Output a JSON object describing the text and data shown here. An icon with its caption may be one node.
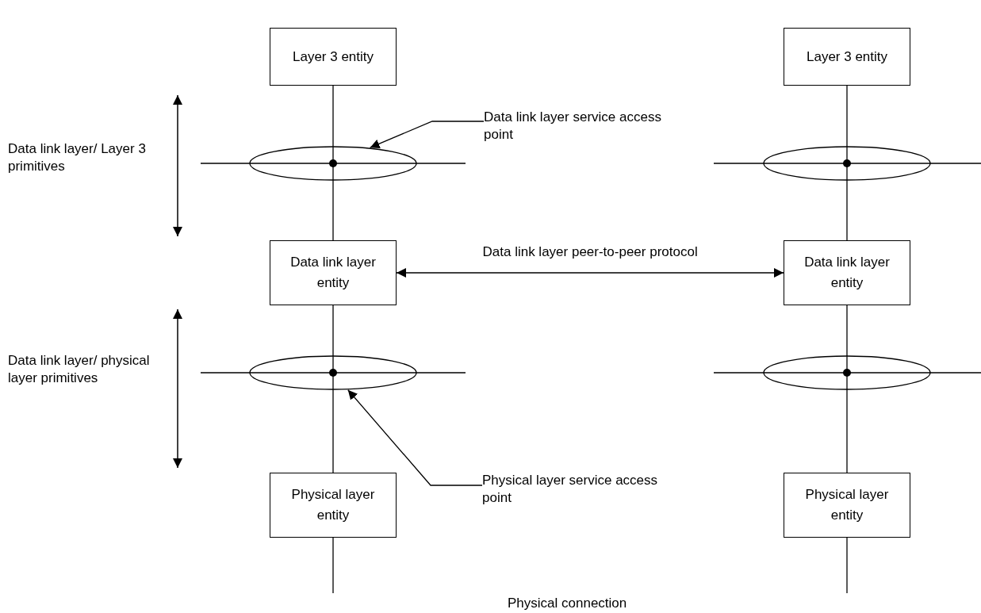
{
  "diagram": {
    "nodes": [
      {
        "text": [
          "Layer 3 entity"
        ]
      },
      {
        "text": [
          "Layer 3 entity"
        ]
      },
      {
        "text": [
          "Data link layer service access point"
        ]
      },
      {
        "text": [],
        "shape": "ellipse"
      },
      {
        "text": [],
        "shape": "ellipse"
      },
      {
        "text": [
          "Data link layer entity"
        ]
      },
      {
        "text": [
          "Data link layer entity"
        ]
      },
      {
        "text": [],
        "shape": "ellipse"
      },
      {
        "text": [],
        "shape": "ellipse"
      },
      {
        "text": [
          "Physical layer service access point"
        ]
      },
      {
        "text": [
          "Physical layer entity"
        ]
      },
      {
        "text": [
          "Physical layer entity"
        ]
      }
    ],
    "edges": [
      {
        "from": 0,
        "to": 3,
        "arrow": "none"
      },
      {
        "from": 3,
        "to": 5,
        "arrow": "none"
      },
      {
        "from": 5,
        "to": 7,
        "arrow": "none"
      },
      {
        "from": 7,
        "to": 10,
        "arrow": "none"
      },
      {
        "from": 1,
        "to": 4,
        "arrow": "none"
      },
      {
        "from": 4,
        "to": 6,
        "arrow": "none"
      },
      {
        "from": 6,
        "to": 8,
        "arrow": "none"
      },
      {
        "from": 8,
        "to": 11,
        "arrow": "none"
      },
      {
        "from": 5,
        "to": 6,
        "arrow": "both",
        "label": "Data link layer peer-to-peer protocol"
      },
      {
        "from": 2,
        "to": 3,
        "arrow": "to"
      },
      {
        "from": 9,
        "to": 7,
        "arrow": "to"
      },
      {
        "from": 10,
        "to": null,
        "arrow": "none"
      },
      {
        "from": 11,
        "to": null,
        "arrow": "none"
      }
    ],
    "labels": [
      "Data link layer/ Layer 3 primitives",
      "Data link layer/ physical layer primitives",
      "Physical connection"
    ]
  }
}
